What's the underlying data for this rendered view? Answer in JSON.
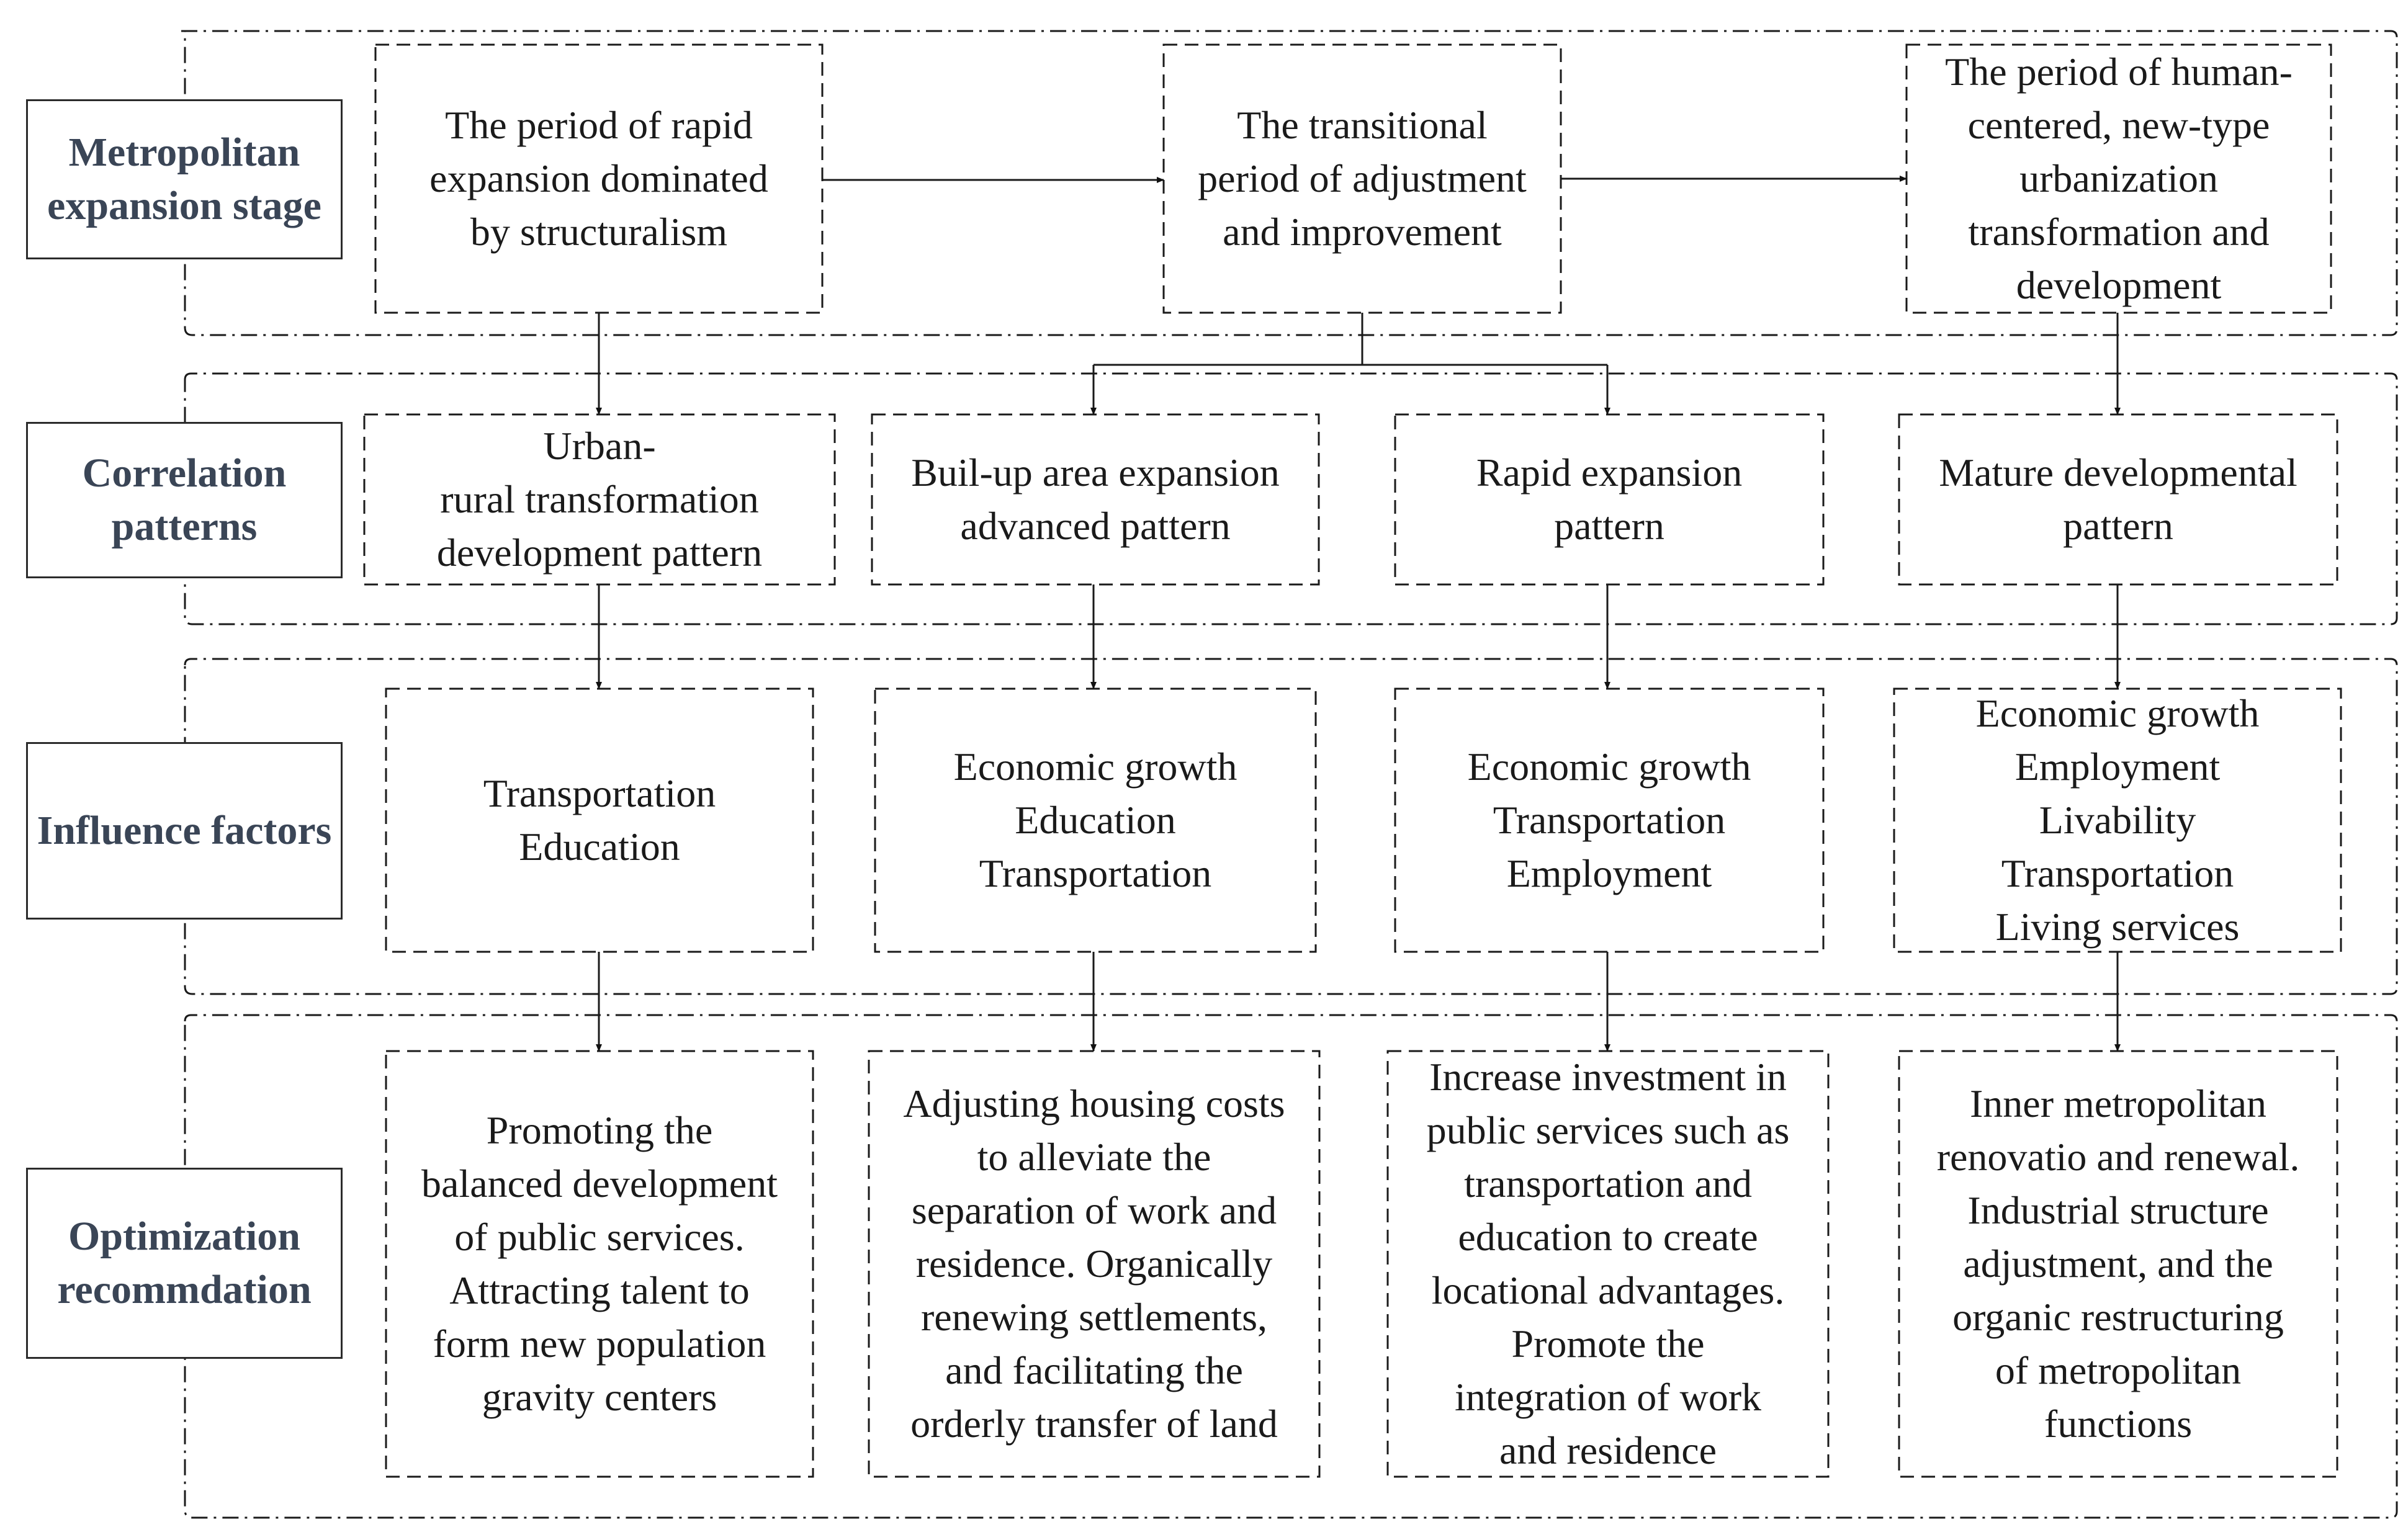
{
  "stages": [
    {
      "label": [
        "Metropolitan",
        "expansion",
        "stage"
      ],
      "nodes": [
        [
          "The period of rapid",
          "expansion dominated",
          "by structuralism"
        ],
        [
          "The transitional",
          "period of adjustment",
          "and improvement"
        ],
        [
          "The period of human-",
          "centered, new-type",
          "urbanization",
          "transformation and",
          "development"
        ]
      ]
    },
    {
      "label": [
        "Correlation",
        "patterns"
      ],
      "nodes": [
        [
          "Urban-",
          "rural transformation",
          "development pattern"
        ],
        [
          "Buil-up area expansion",
          "advanced pattern"
        ],
        [
          "Rapid expansion",
          "pattern"
        ],
        [
          "Mature developmental",
          "pattern"
        ]
      ]
    },
    {
      "label": [
        "Influence",
        "factors"
      ],
      "nodes": [
        [
          "Transportation",
          "Education"
        ],
        [
          "Economic growth",
          "Education",
          "Transportation"
        ],
        [
          "Economic growth",
          "Transportation",
          "Employment"
        ],
        [
          "Economic growth",
          "Employment",
          "Livability",
          "Transportation",
          "Living services"
        ]
      ]
    },
    {
      "label": [
        "Optimization",
        "recommdation"
      ],
      "nodes": [
        [
          "Promoting the",
          "balanced development",
          "of public services.",
          "Attracting talent to",
          "form new population",
          "gravity centers"
        ],
        [
          "Adjusting housing costs",
          "to alleviate the",
          "separation of work and",
          "residence. Organically",
          "renewing settlements,",
          "and facilitating the",
          "orderly transfer of land"
        ],
        [
          "Increase investment in",
          "public services such as",
          "transportation and",
          "education to create",
          "locational advantages.",
          "Promote the",
          "integration of work",
          "and residence"
        ],
        [
          "Inner metropolitan",
          "renovatio and renewal.",
          "Industrial structure",
          "adjustment, and the",
          "organic restructuring",
          "of metropolitan",
          "functions"
        ]
      ]
    }
  ]
}
